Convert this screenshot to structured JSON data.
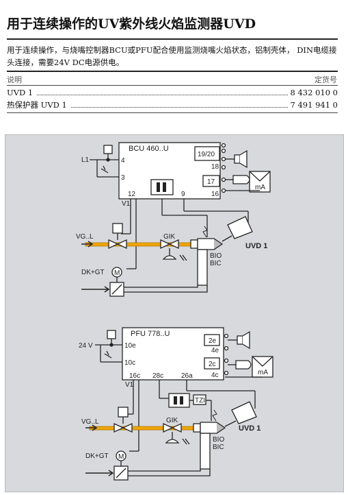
{
  "title": "用于连续操作的UV紫外线火焰监测器UVD",
  "description": "用于连续操作，与烧嘴控制器BCU或PFU配合使用监测烧嘴火焰状态，铝制壳体， DIN电缆接头连接，需要24V DC电源供电。",
  "table": {
    "header_left": "说明",
    "header_right": "定货号",
    "rows": [
      {
        "name": "UVD 1",
        "number": "8 432 010 0"
      },
      {
        "name": "热保护器 UVD 1",
        "number": "7 491 941 0"
      }
    ]
  },
  "diagram1": {
    "controller": "BCU 460..U",
    "l1": "L1",
    "t4": "4",
    "t3": "3",
    "t12": "12",
    "t9": "9",
    "t18": "18",
    "t16": "16",
    "t1920": "19/20",
    "t17": "17",
    "v1": "V1",
    "valve": "VG..L",
    "gik": "GIK",
    "dk": "DK+GT",
    "motor": "M",
    "sensor": "UVD 1",
    "bio": "BIO",
    "bic": "BIC",
    "ma": "mA"
  },
  "diagram2": {
    "controller": "PFU 778..U",
    "v24": "24 V",
    "t10e": "10e",
    "t10c": "10c",
    "t16c": "16c",
    "t28c": "28c",
    "t26a": "26a",
    "t2e": "2e",
    "t4e": "4e",
    "t2c": "2c",
    "t4c": "4c",
    "v1": "V1",
    "tzi": "TZI",
    "valve": "VG..L",
    "gik": "GIK",
    "dk": "DK+GT",
    "motor": "M",
    "sensor": "UVD 1",
    "bio": "BIO",
    "bic": "BIC",
    "ma": "mA"
  },
  "colors": {
    "panel": "#d7d9dc",
    "pipe": "#f0a500",
    "line": "#222222"
  }
}
